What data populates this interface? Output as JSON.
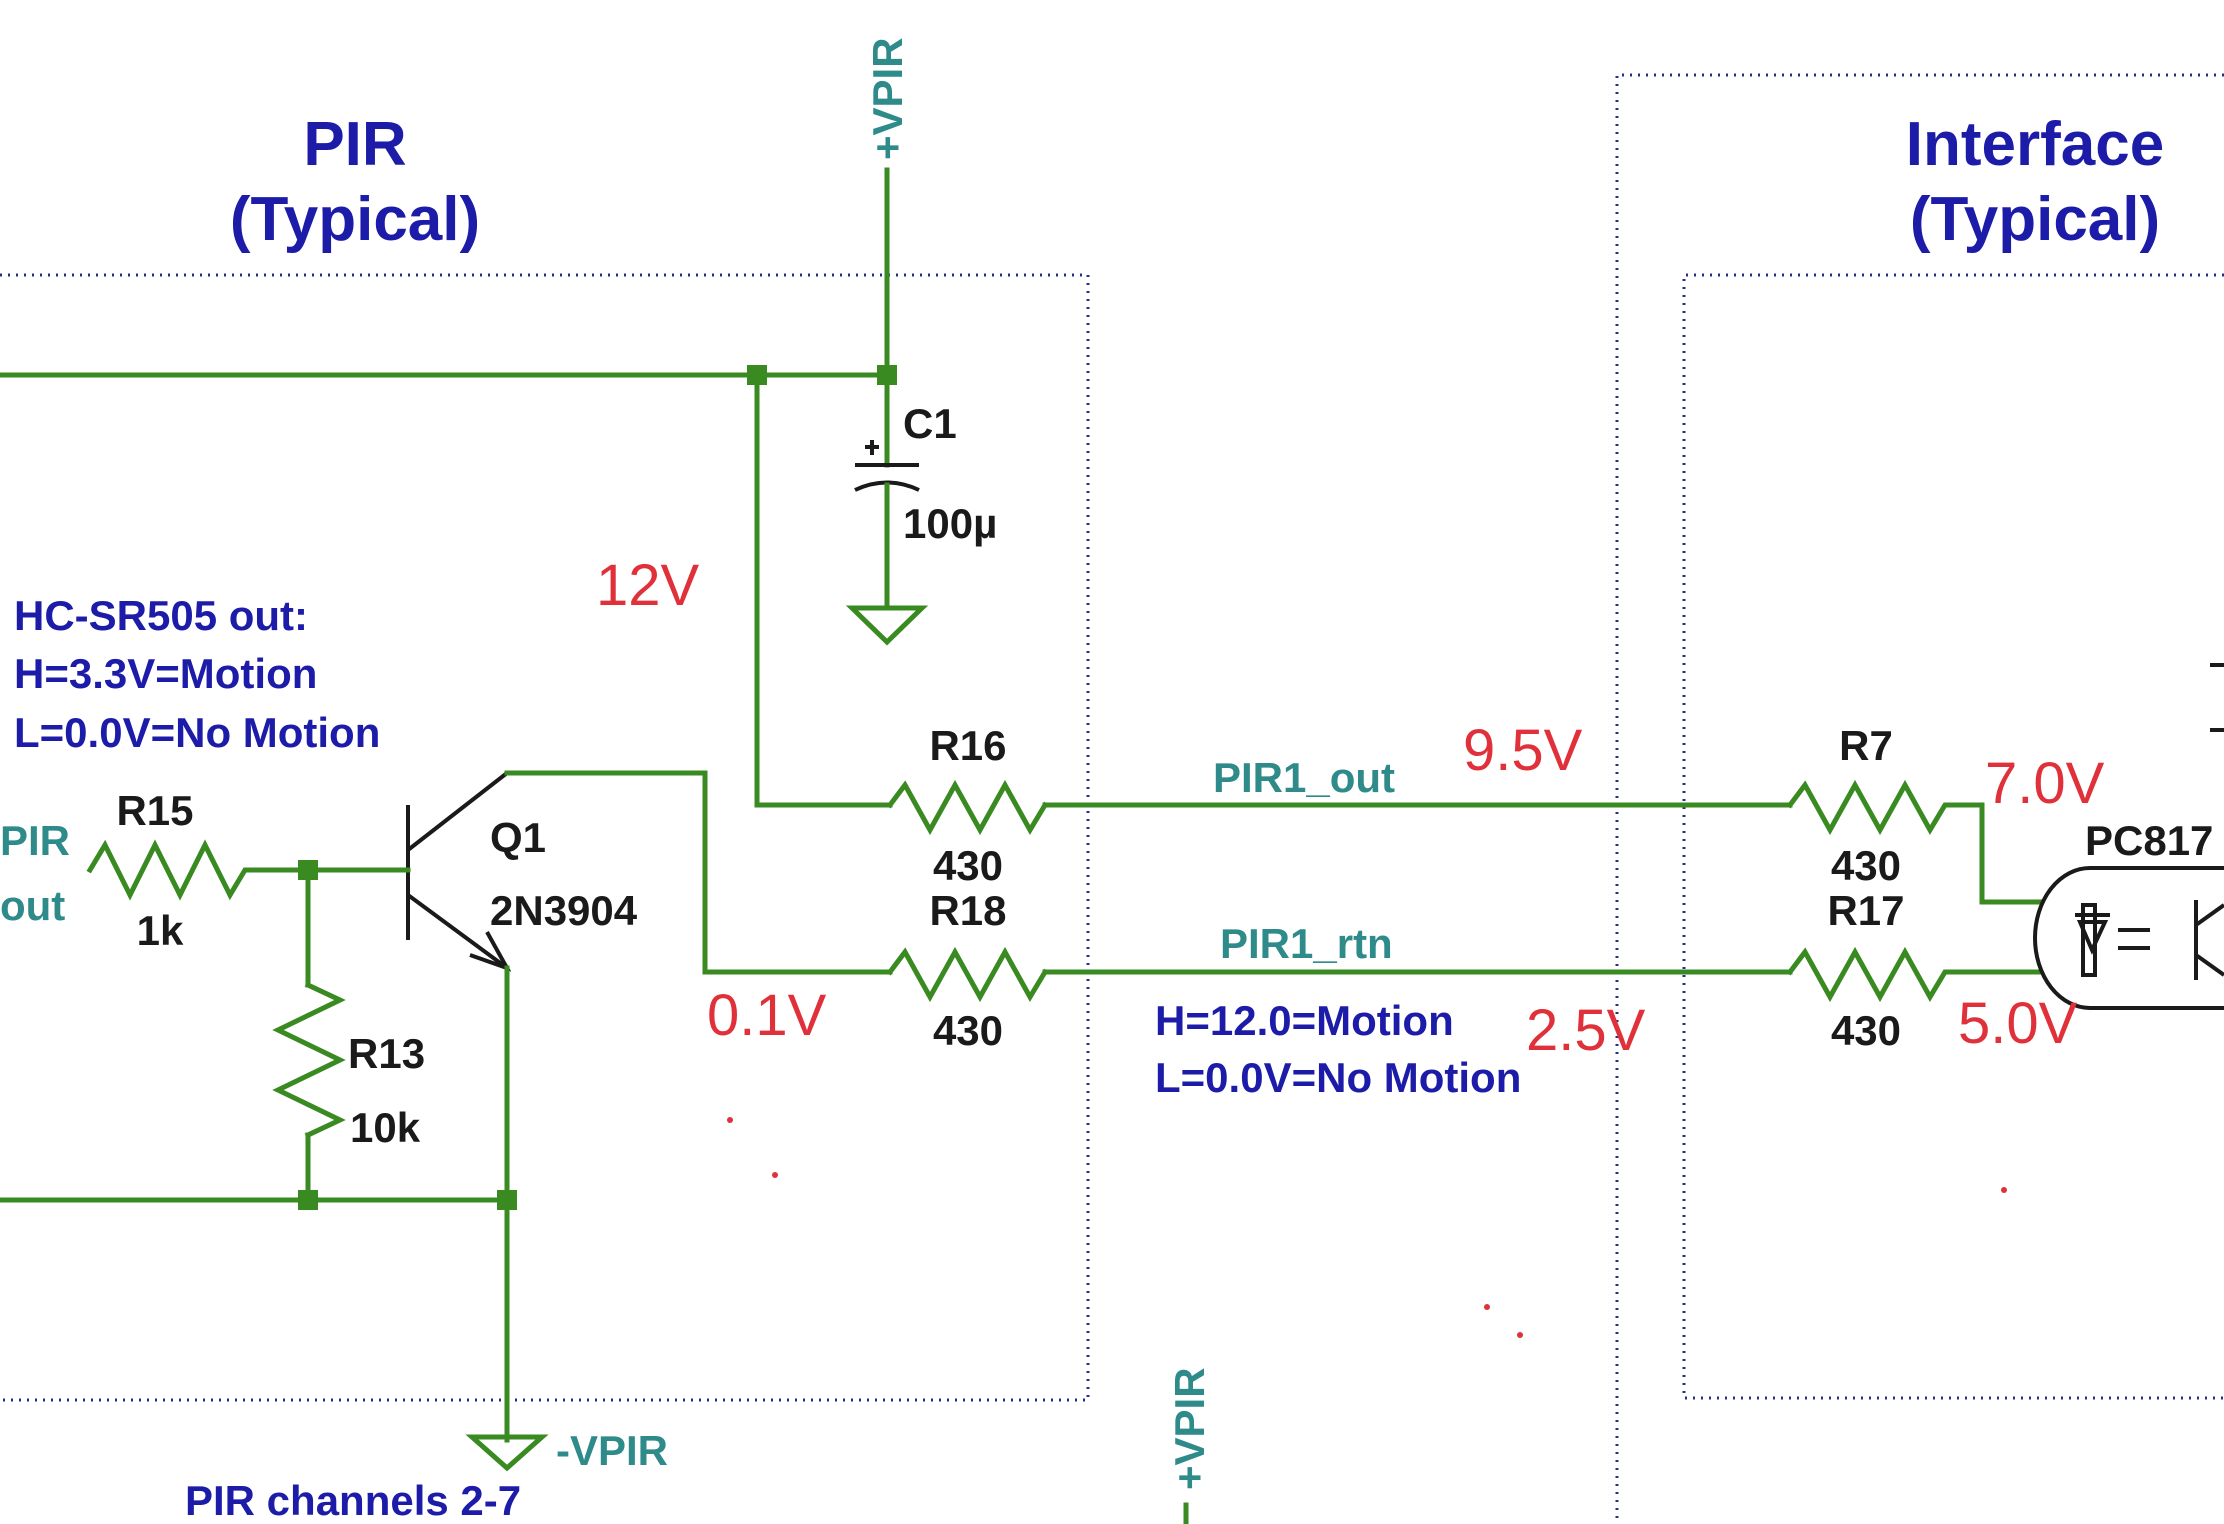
{
  "titles": {
    "pir_line1": "PIR",
    "pir_line2": "(Typical)",
    "interface_line1": "Interface",
    "interface_line2": "(Typical)"
  },
  "notes": {
    "sensor_out": "HC-SR505 out:",
    "sensor_high": "H=3.3V=Motion",
    "sensor_low": "L=0.0V=No Motion",
    "line_high": "H=12.0=Motion",
    "line_low": "L=0.0V=No Motion",
    "channels": "PIR channels 2-7"
  },
  "nets": {
    "vpir_top": "+VPIR",
    "vpir_bottom": "+VPIR",
    "vpir_neg": "-VPIR",
    "pir_in_1": "PIR",
    "pir_in_2": "out",
    "pir1_out": "PIR1_out",
    "pir1_rtn": "PIR1_rtn"
  },
  "components": {
    "c1_ref": "C1",
    "c1_value": "100µ",
    "r15_ref": "R15",
    "r15_value": "1k",
    "r13_ref": "R13",
    "r13_value": "10k",
    "q1_ref": "Q1",
    "q1_part": "2N3904",
    "r16_ref": "R16",
    "r16_value": "430",
    "r18_ref": "R18",
    "r18_value": "430",
    "r7_ref": "R7",
    "r7_value": "430",
    "r17_ref": "R17",
    "r17_value": "430",
    "pc817_ref": "PC817"
  },
  "voltages": {
    "v_12": "12V",
    "v_01": "0.1V",
    "v_95": "9.5V",
    "v_25": "2.5V",
    "v_70": "7.0V",
    "v_50": "5.0V"
  },
  "colors": {
    "wire": "#3a8a22",
    "title_text": "#1c1ca8",
    "net_label": "#2f8a8a",
    "annotation": "#e0313a"
  }
}
